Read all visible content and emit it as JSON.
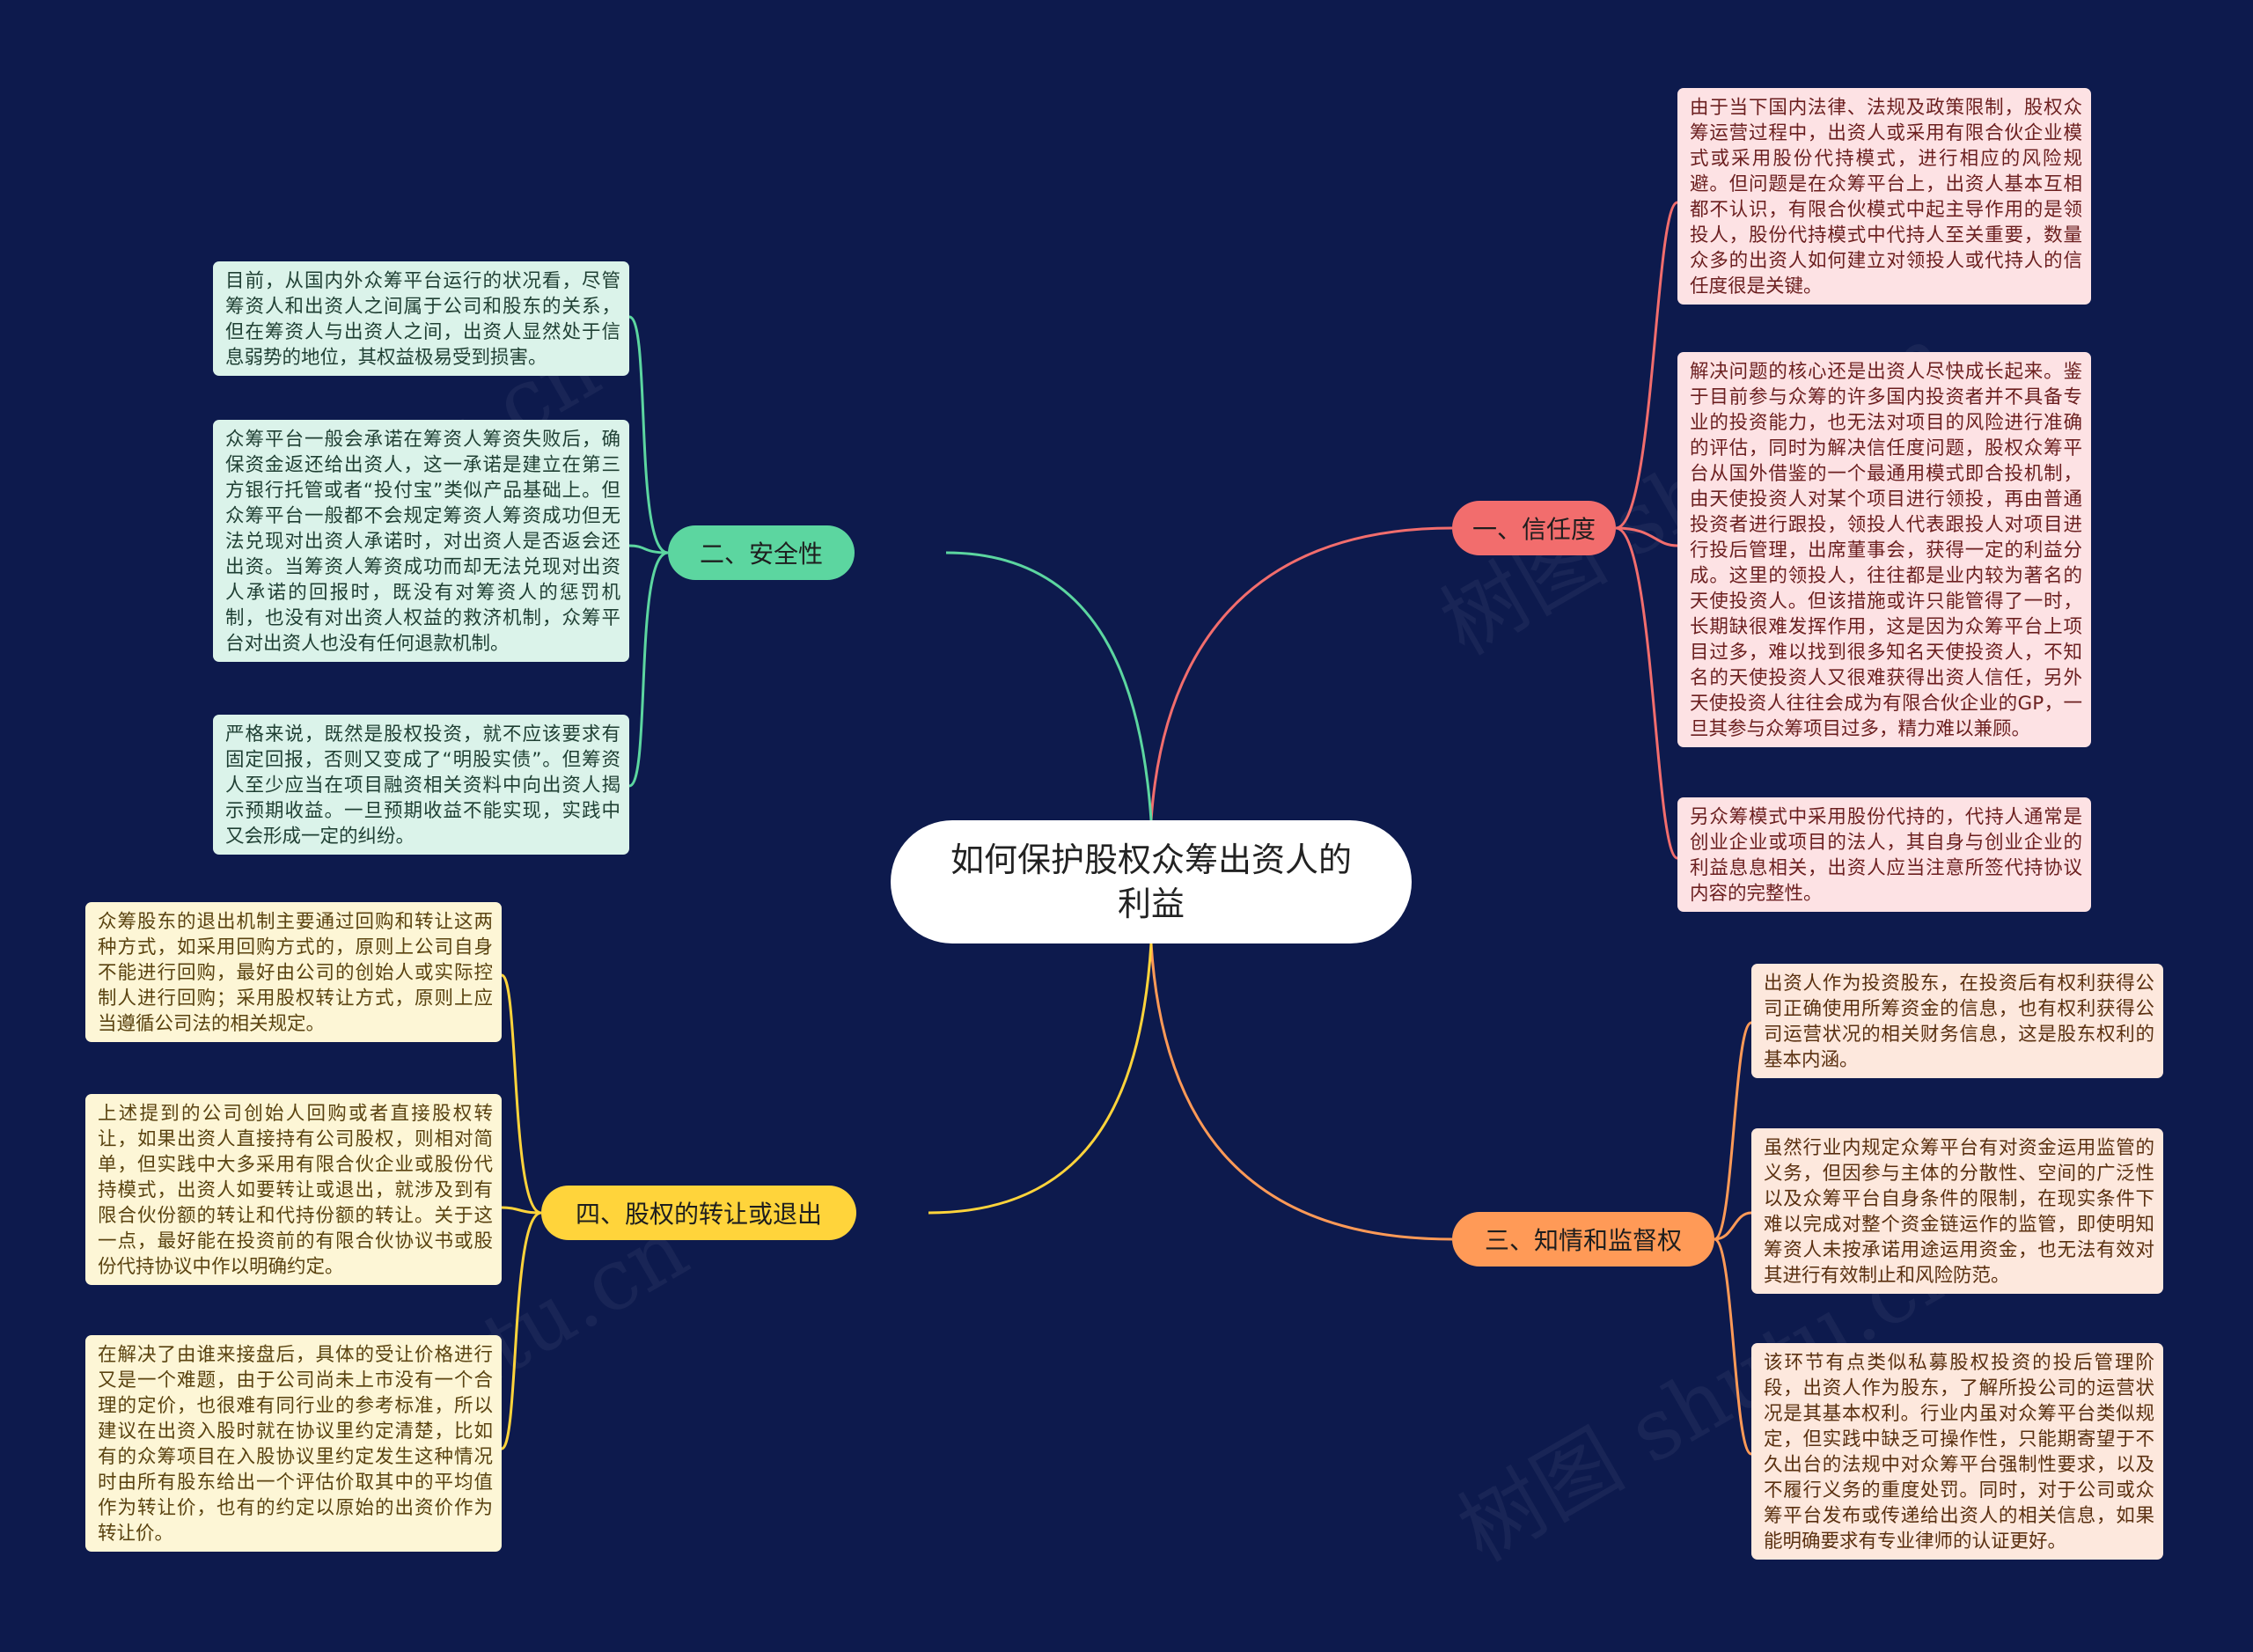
{
  "colors": {
    "background": "#0d1a4d",
    "trust": "#f26d6d",
    "security": "#5cd6a0",
    "info": "#ff9a57",
    "transfer": "#ffd43b"
  },
  "root": {
    "title": "如何保护股权众筹出资人的利益"
  },
  "branches": {
    "trust": {
      "label": "一、信任度",
      "notes": [
        "由于当下国内法律、法规及政策限制，股权众筹运营过程中，出资人或采用有限合伙企业模式或采用股份代持模式，进行相应的风险规避。但问题是在众筹平台上，出资人基本互相都不认识，有限合伙模式中起主导作用的是领投人，股份代持模式中代持人至关重要，数量众多的出资人如何建立对领投人或代持人的信任度很是关键。",
        "解决问题的核心还是出资人尽快成长起来。鉴于目前参与众筹的许多国内投资者并不具备专业的投资能力，也无法对项目的风险进行准确的评估，同时为解决信任度问题，股权众筹平台从国外借鉴的一个最通用模式即合投机制，由天使投资人对某个项目进行领投，再由普通投资者进行跟投，领投人代表跟投人对项目进行投后管理，出席董事会，获得一定的利益分成。这里的领投人，往往都是业内较为著名的天使投资人。但该措施或许只能管得了一时，长期缺很难发挥作用，这是因为众筹平台上项目过多，难以找到很多知名天使投资人，不知名的天使投资人又很难获得出资人信任，另外天使投资人往往会成为有限合伙企业的GP，一旦其参与众筹项目过多，精力难以兼顾。",
        "另众筹模式中采用股份代持的，代持人通常是创业企业或项目的法人，其自身与创业企业的利益息息相关，出资人应当注意所签代持协议内容的完整性。"
      ]
    },
    "security": {
      "label": "二、安全性",
      "notes": [
        "目前，从国内外众筹平台运行的状况看，尽管筹资人和出资人之间属于公司和股东的关系，但在筹资人与出资人之间，出资人显然处于信息弱势的地位，其权益极易受到损害。",
        "众筹平台一般会承诺在筹资人筹资失败后，确保资金返还给出资人，这一承诺是建立在第三方银行托管或者“投付宝”类似产品基础上。但众筹平台一般都不会规定筹资人筹资成功但无法兑现对出资人承诺时，对出资人是否返会还出资。当筹资人筹资成功而却无法兑现对出资人承诺的回报时，既没有对筹资人的惩罚机制，也没有对出资人权益的救济机制，众筹平台对出资人也没有任何退款机制。",
        "严格来说，既然是股权投资，就不应该要求有固定回报，否则又变成了“明股实债”。但筹资人至少应当在项目融资相关资料中向出资人揭示预期收益。一旦预期收益不能实现，实践中又会形成一定的纠纷。"
      ]
    },
    "info": {
      "label": "三、知情和监督权",
      "notes": [
        "出资人作为投资股东，在投资后有权利获得公司正确使用所筹资金的信息，也有权利获得公司运营状况的相关财务信息，这是股东权利的基本内涵。",
        "虽然行业内规定众筹平台有对资金运用监管的义务，但因参与主体的分散性、空间的广泛性以及众筹平台自身条件的限制，在现实条件下难以完成对整个资金链运作的监管，即使明知筹资人未按承诺用途运用资金，也无法有效对其进行有效制止和风险防范。",
        "该环节有点类似私募股权投资的投后管理阶段，出资人作为股东，了解所投公司的运营状况是其基本权利。行业内虽对众筹平台类似规定，但实践中缺乏可操作性，只能期寄望于不久出台的法规中对众筹平台强制性要求，以及不履行义务的重度处罚。同时，对于公司或众筹平台发布或传递给出资人的相关信息，如果能明确要求有专业律师的认证更好。"
      ]
    },
    "transfer": {
      "label": "四、股权的转让或退出",
      "notes": [
        "众筹股东的退出机制主要通过回购和转让这两种方式，如采用回购方式的，原则上公司自身不能进行回购，最好由公司的创始人或实际控制人进行回购；采用股权转让方式，原则上应当遵循公司法的相关规定。",
        "上述提到的公司创始人回购或者直接股权转让，如果出资人直接持有公司股权，则相对简单，但实践中大多采用有限合伙企业或股份代持模式，出资人如要转让或退出，就涉及到有限合伙份额的转让和代持份额的转让。关于这一点，最好能在投资前的有限合伙协议书或股份代持协议中作以明确约定。",
        "在解决了由谁来接盘后，具体的受让价格进行又是一个难题，由于公司尚未上市没有一个合理的定价，也很难有同行业的参考标准，所以建议在出资入股时就在协议里约定清楚，比如有的众筹项目在入股协议里约定发生这种情况时由所有股东给出一个评估价取其中的平均值作为转让价，也有的约定以原始的出资价作为转让价。"
      ]
    }
  }
}
